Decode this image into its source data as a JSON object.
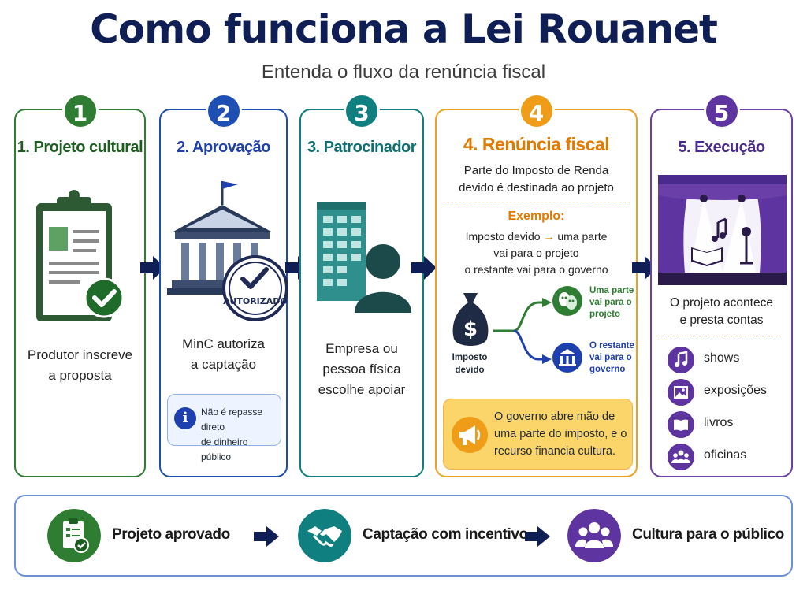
{
  "title": "Como funciona a Lei Rouanet",
  "subtitle": "Entenda o fluxo da renúncia fiscal",
  "colors": {
    "navy": "#0f1f55",
    "green": "#2e7d32",
    "blue": "#1e4fb3",
    "teal": "#0f7f7f",
    "orange": "#ef9c18",
    "purple": "#5e35a0"
  },
  "steps": [
    {
      "number": "1",
      "title": "1. Projeto cultural",
      "icon": "clipboard-check-icon",
      "text_lines": [
        "Produtor inscreve",
        "a proposta"
      ]
    },
    {
      "number": "2",
      "title": "2. Aprovação",
      "icon": "government-building-icon",
      "stamp": "AUTORIZADO",
      "text_lines": [
        "MinC autoriza",
        "a captação"
      ],
      "info": [
        "Não é repasse direto",
        "de dinheiro público"
      ]
    },
    {
      "number": "3",
      "title": "3. Patrocinador",
      "icon": "company-person-icon",
      "text_lines": [
        "Empresa ou",
        "pessoa física",
        "escolhe apoiar"
      ]
    },
    {
      "number": "4",
      "title": "4. Renúncia fiscal",
      "text_lines": [
        "Parte do Imposto de Renda",
        "devido é destinada ao projeto"
      ],
      "example_title": "Exemplo:",
      "example_line1_a": "Imposto devido",
      "example_arrow": "→",
      "example_line1_b": "uma parte",
      "example_lines": [
        "vai para o projeto",
        "o restante vai para o governo"
      ],
      "bag_label": [
        "Imposto",
        "devido"
      ],
      "branch_project": [
        "Uma parte",
        "vai para o",
        "projeto"
      ],
      "branch_government": [
        "O restante",
        "vai para o",
        "governo"
      ],
      "note": [
        "O governo abre mão de",
        "uma parte do imposto, e o",
        "recurso financia cultura."
      ]
    },
    {
      "number": "5",
      "title": "5. Execução",
      "icon": "stage-icon",
      "text_lines": [
        "O projeto acontece",
        "e presta contas"
      ],
      "activities": [
        {
          "label": "shows",
          "icon": "music-note-icon"
        },
        {
          "label": "exposições",
          "icon": "picture-icon"
        },
        {
          "label": "livros",
          "icon": "book-icon"
        },
        {
          "label": "oficinas",
          "icon": "people-group-icon"
        }
      ]
    }
  ],
  "bottom_flow": [
    {
      "label": "Projeto aprovado",
      "icon": "clipboard-check-icon",
      "color": "#2e7d32"
    },
    {
      "label": "Captação com incentivo",
      "icon": "handshake-icon",
      "color": "#0f7f7f"
    },
    {
      "label": "Cultura para o público",
      "icon": "people-group-icon",
      "color": "#5e35a0"
    }
  ]
}
